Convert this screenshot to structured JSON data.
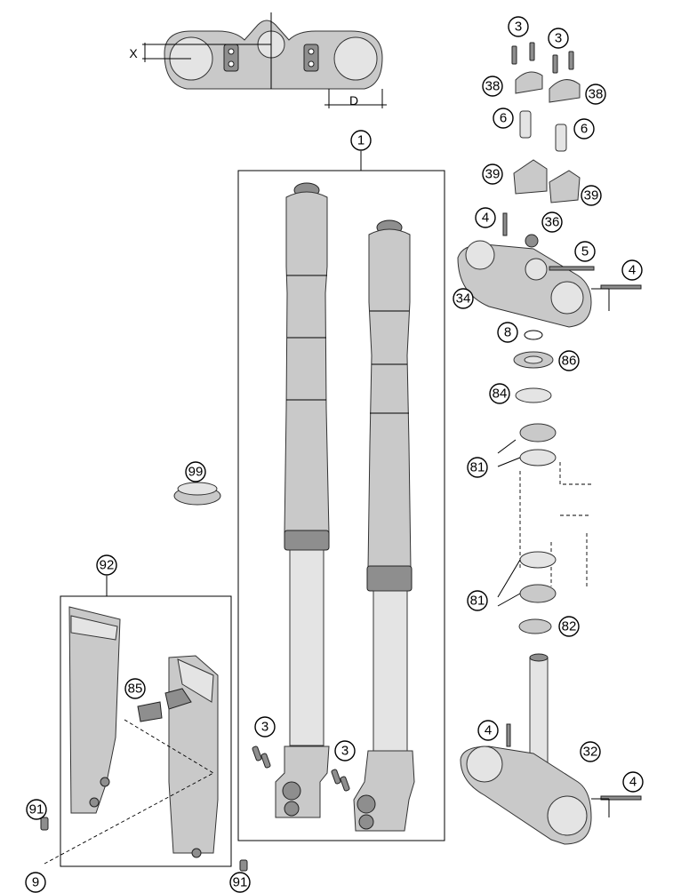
{
  "diagram": {
    "dimension_labels": {
      "x": "X",
      "d": "D"
    },
    "callouts": [
      {
        "id": "c1",
        "label": "1"
      },
      {
        "id": "c3a",
        "label": "3"
      },
      {
        "id": "c3b",
        "label": "3"
      },
      {
        "id": "c3c",
        "label": "3"
      },
      {
        "id": "c3d",
        "label": "3"
      },
      {
        "id": "c38a",
        "label": "38"
      },
      {
        "id": "c38b",
        "label": "38"
      },
      {
        "id": "c6a",
        "label": "6"
      },
      {
        "id": "c6b",
        "label": "6"
      },
      {
        "id": "c39a",
        "label": "39"
      },
      {
        "id": "c39b",
        "label": "39"
      },
      {
        "id": "c4a",
        "label": "4"
      },
      {
        "id": "c36",
        "label": "36"
      },
      {
        "id": "c5",
        "label": "5"
      },
      {
        "id": "c4b",
        "label": "4"
      },
      {
        "id": "c34",
        "label": "34"
      },
      {
        "id": "c8",
        "label": "8"
      },
      {
        "id": "c86",
        "label": "86"
      },
      {
        "id": "c84",
        "label": "84"
      },
      {
        "id": "c81a",
        "label": "81"
      },
      {
        "id": "c81b",
        "label": "81"
      },
      {
        "id": "c82",
        "label": "82"
      },
      {
        "id": "c4c",
        "label": "4"
      },
      {
        "id": "c32",
        "label": "32"
      },
      {
        "id": "c4d",
        "label": "4"
      },
      {
        "id": "c99",
        "label": "99"
      },
      {
        "id": "c92",
        "label": "92"
      },
      {
        "id": "c85",
        "label": "85"
      },
      {
        "id": "c91a",
        "label": "91"
      },
      {
        "id": "c91b",
        "label": "91"
      },
      {
        "id": "c9",
        "label": "9"
      }
    ]
  }
}
